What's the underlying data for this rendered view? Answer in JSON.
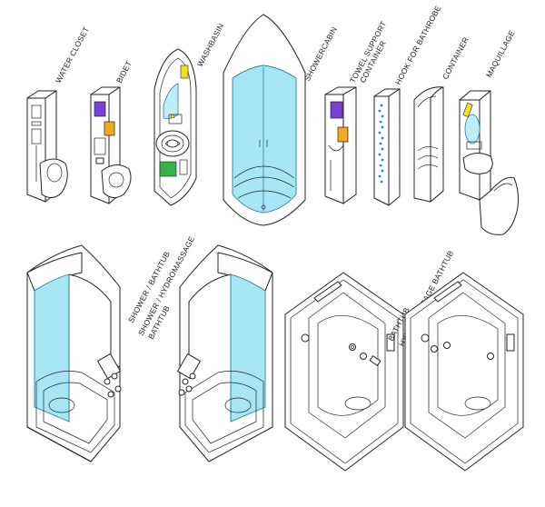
{
  "labels": {
    "water_closet": "WATER CLOSET",
    "bidet": "BIDET",
    "washbasin": "WASHBASIN",
    "showercabin": "SHOWERCABIN",
    "towel_support_1": "TOWEL SUPPORT",
    "towel_support_2": "CONTAINER",
    "hook_for_bathrobe": "HOOK FOR BATHROBE",
    "container": "CONTAINER",
    "maquillage": "MAQUILLAGE",
    "shower_bathtub": "SHOWER / BATHTUB",
    "shower_hydro_1": "SHOWER / HYDROMASSAGE",
    "shower_hydro_2": "BATHTUB",
    "bathtub": "BATHTUB",
    "hydro_bathtub": "HYDROMASSAGE BATHTUB"
  },
  "colors": {
    "glass": "#a6e6f7",
    "purple": "#7b3fd6",
    "orange": "#f5a623",
    "yellow": "#f4e11c",
    "green": "#36b24a",
    "blue_dots": "#1e88e5"
  }
}
